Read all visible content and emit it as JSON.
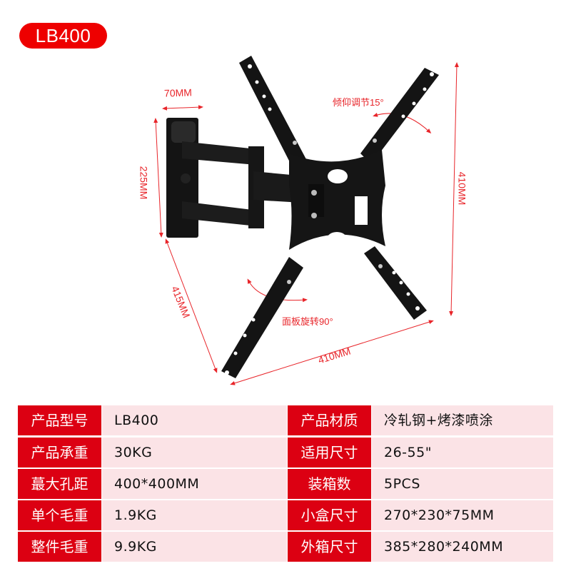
{
  "badge": {
    "label": "LB400",
    "color": "#ee0000"
  },
  "product_image": {
    "description": "black full-motion TV wall mount bracket",
    "annotations": {
      "wall_plate_width": "70MM",
      "wall_plate_height": "225MM",
      "arm_extension": "415MM",
      "vesa_width": "410MM",
      "vesa_height": "410MM",
      "tilt": "倾仰调节15°",
      "rotate": "面板旋转90°"
    },
    "annotation_color": "#e8252a"
  },
  "specs": {
    "label_color": "#dc0012",
    "value_bg": "#fbe3e6",
    "rows": [
      {
        "left_label": "产品型号",
        "left_value": "LB400",
        "right_label": "产品材质",
        "right_value": "冷轧钢+烤漆喷涂"
      },
      {
        "left_label": "产品承重",
        "left_value": "30KG",
        "right_label": "适用尺寸",
        "right_value": "26-55\""
      },
      {
        "left_label": "蕞大孔距",
        "left_value": "400*400MM",
        "right_label": "装箱数",
        "right_value": "5PCS"
      },
      {
        "left_label": "单个毛重",
        "left_value": "1.9KG",
        "right_label": "小盒尺寸",
        "right_value": "270*230*75MM"
      },
      {
        "left_label": "整件毛重",
        "left_value": "9.9KG",
        "right_label": "外箱尺寸",
        "right_value": "385*280*240MM"
      }
    ]
  }
}
